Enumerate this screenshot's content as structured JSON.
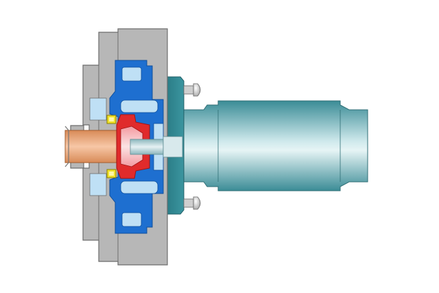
{
  "diagram": {
    "colors": {
      "background": "#ffffff",
      "housing": "#b7b7b7",
      "housing_outline": "#6d6d6d",
      "volute": "#1e6fd0",
      "volute_light": "#bfe0f5",
      "impeller": "#e02b2b",
      "impeller_light": "#f6c7c9",
      "seal": "#f0e12a",
      "inlet_pipe_dark": "#d88a57",
      "inlet_pipe_light": "#f7c7a6",
      "shaft": "#c8d9dd",
      "motor_dark": "#3f8f99",
      "motor_light": "#e6f4f5",
      "flange_dark": "#2b7d86",
      "bolt": "#e6e6e6"
    },
    "icons": [
      "pump-housing",
      "inlet-pipe",
      "volute",
      "impeller",
      "seal-ring",
      "shaft",
      "motor-flange",
      "bolt",
      "motor-body"
    ]
  }
}
